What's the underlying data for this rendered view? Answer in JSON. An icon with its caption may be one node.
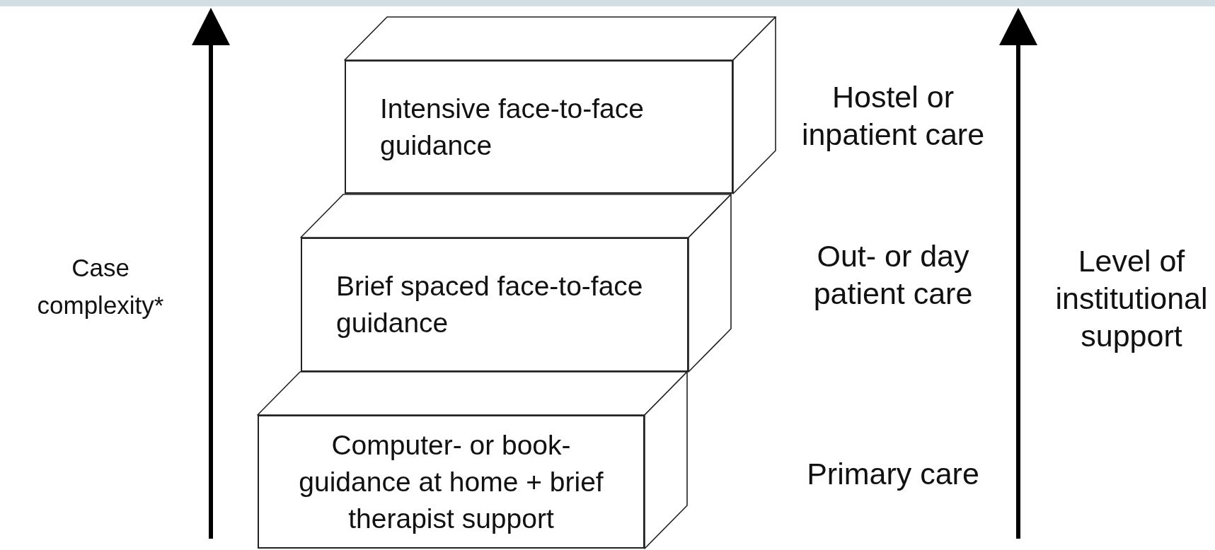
{
  "diagram": {
    "nodes": [
      {
        "text": [
          "Intensive face-to-face guidance"
        ]
      },
      {
        "text": [
          "Brief spaced face-to-face guidance"
        ]
      },
      {
        "text": [
          "Computer- or book-guidance at home + brief therapist support"
        ]
      }
    ],
    "labels": [
      "Hostel or inpatient care",
      "Case complexity*",
      "Out- or day patient care",
      "Level of institutional support",
      "Primary care"
    ]
  }
}
